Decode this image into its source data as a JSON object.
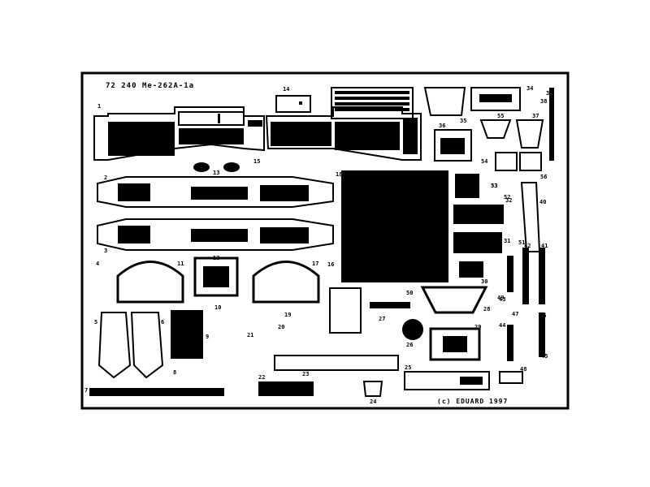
{
  "fret": {
    "header": {
      "code": "72",
      "number": "240",
      "subject": "Me-262A-1a"
    },
    "footer": {
      "copyright": "(c) EDUARD",
      "year": "1997"
    }
  },
  "part_numbers": [
    "1",
    "2",
    "3",
    "4",
    "5",
    "6",
    "7",
    "8",
    "9",
    "10",
    "11",
    "12",
    "13",
    "14",
    "15",
    "16",
    "17",
    "18",
    "19",
    "20",
    "21",
    "22",
    "23",
    "24",
    "25",
    "26",
    "27",
    "28",
    "29",
    "30",
    "31",
    "32",
    "33",
    "34",
    "35",
    "36",
    "37",
    "38",
    "39",
    "40",
    "41",
    "42",
    "43",
    "44",
    "45",
    "46",
    "47",
    "48",
    "49",
    "50",
    "51",
    "52",
    "53",
    "54",
    "55",
    "56"
  ],
  "colors": {
    "ink": "#000000",
    "paper": "#ffffff"
  }
}
